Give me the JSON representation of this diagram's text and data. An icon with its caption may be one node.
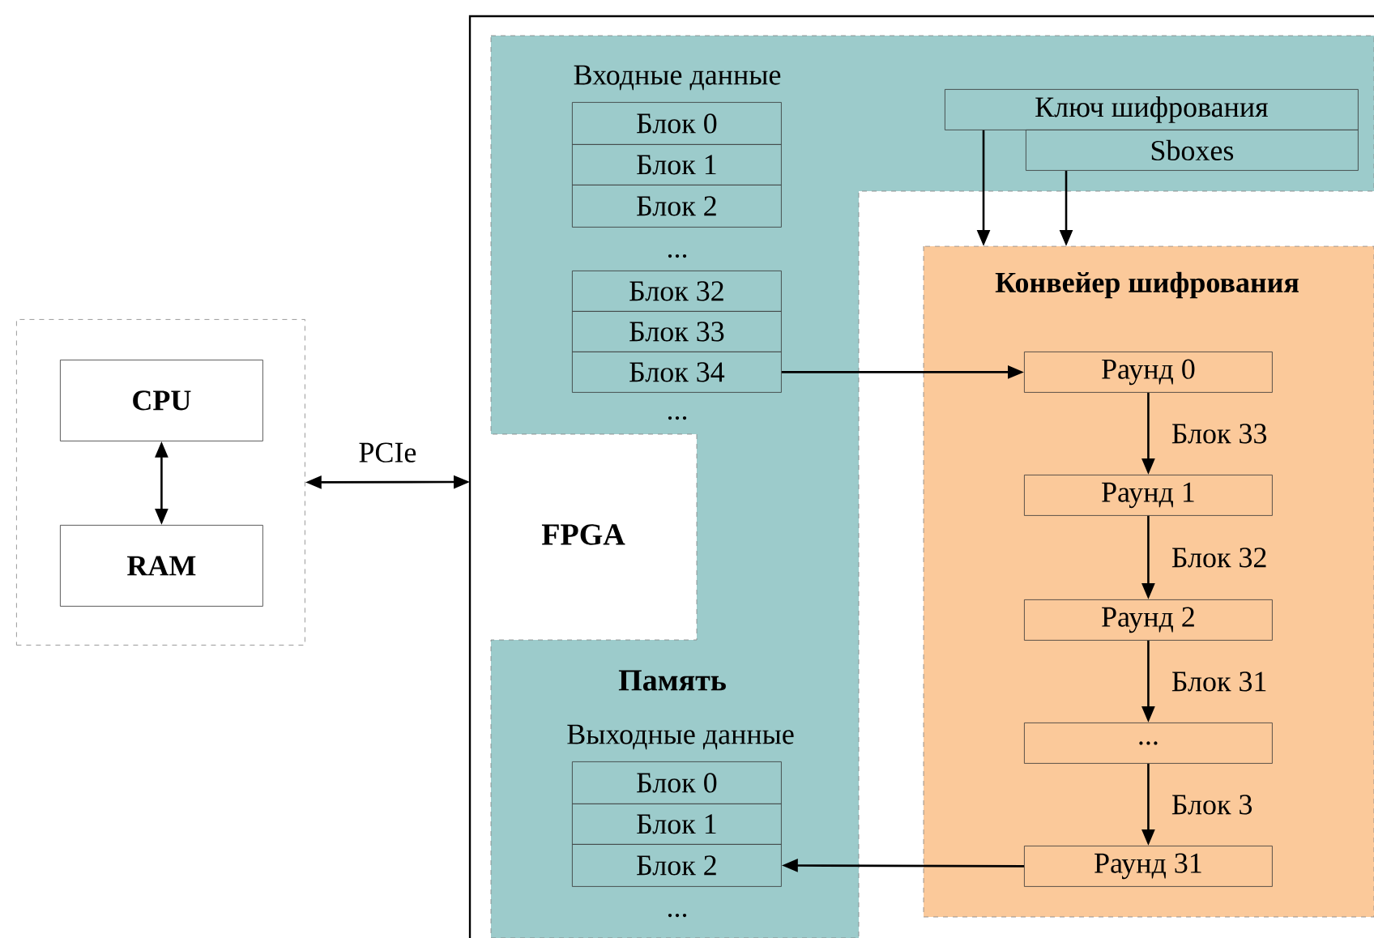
{
  "diagram": {
    "nodes": [
      {
        "text": [],
        "shape": "box"
      },
      {
        "text": [
          "CPU"
        ],
        "in": 0
      },
      {
        "text": [
          "RAM"
        ],
        "in": 0
      },
      {
        "text": [
          "FPGA"
        ]
      },
      {
        "text": [
          "Память"
        ],
        "in": 3
      },
      {
        "text": [
          "Блок 0"
        ],
        "in": 4
      },
      {
        "text": [
          "Блок 1"
        ],
        "in": 4
      },
      {
        "text": [
          "Блок 2"
        ],
        "in": 4
      },
      {
        "text": [
          "Блок 32"
        ],
        "in": 4
      },
      {
        "text": [
          "Блок 33"
        ],
        "in": 4
      },
      {
        "text": [
          "Блок 34"
        ],
        "in": 4
      },
      {
        "text": [
          "Ключ шифрования"
        ],
        "in": 4
      },
      {
        "text": [
          "Sboxes"
        ],
        "in": 4
      },
      {
        "text": [
          "Блок 0"
        ],
        "in": 4
      },
      {
        "text": [
          "Блок 1"
        ],
        "in": 4
      },
      {
        "text": [
          "Блок 2"
        ],
        "in": 4
      },
      {
        "text": [
          "Конвейер шифрования"
        ],
        "in": 3
      },
      {
        "text": [
          "Раунд 0"
        ],
        "in": 16
      },
      {
        "text": [
          "Раунд 1"
        ],
        "in": 16
      },
      {
        "text": [
          "Раунд 2"
        ],
        "in": 16
      },
      {
        "text": [
          "..."
        ],
        "in": 16
      },
      {
        "text": [
          "Раунд 31"
        ],
        "in": 16
      }
    ],
    "edges": [
      {
        "from": 1,
        "to": 2,
        "arrow": "both"
      },
      {
        "from": 0,
        "to": 3,
        "arrow": "both",
        "label": "PCIe"
      },
      {
        "from": 10,
        "to": 17,
        "arrow": "to"
      },
      {
        "from": 11,
        "to": 16,
        "arrow": "to"
      },
      {
        "from": 12,
        "to": 16,
        "arrow": "to"
      },
      {
        "from": 17,
        "to": 18,
        "arrow": "to",
        "label": "Блок 33"
      },
      {
        "from": 18,
        "to": 19,
        "arrow": "to",
        "label": "Блок 32"
      },
      {
        "from": 19,
        "to": 20,
        "arrow": "to",
        "label": "Блок 31"
      },
      {
        "from": 20,
        "to": 21,
        "arrow": "to",
        "label": "Блок 3"
      },
      {
        "from": 21,
        "to": 15,
        "arrow": "to"
      }
    ],
    "labels": [
      "Входные данные",
      "...",
      "...",
      "Выходные данные",
      "..."
    ]
  }
}
